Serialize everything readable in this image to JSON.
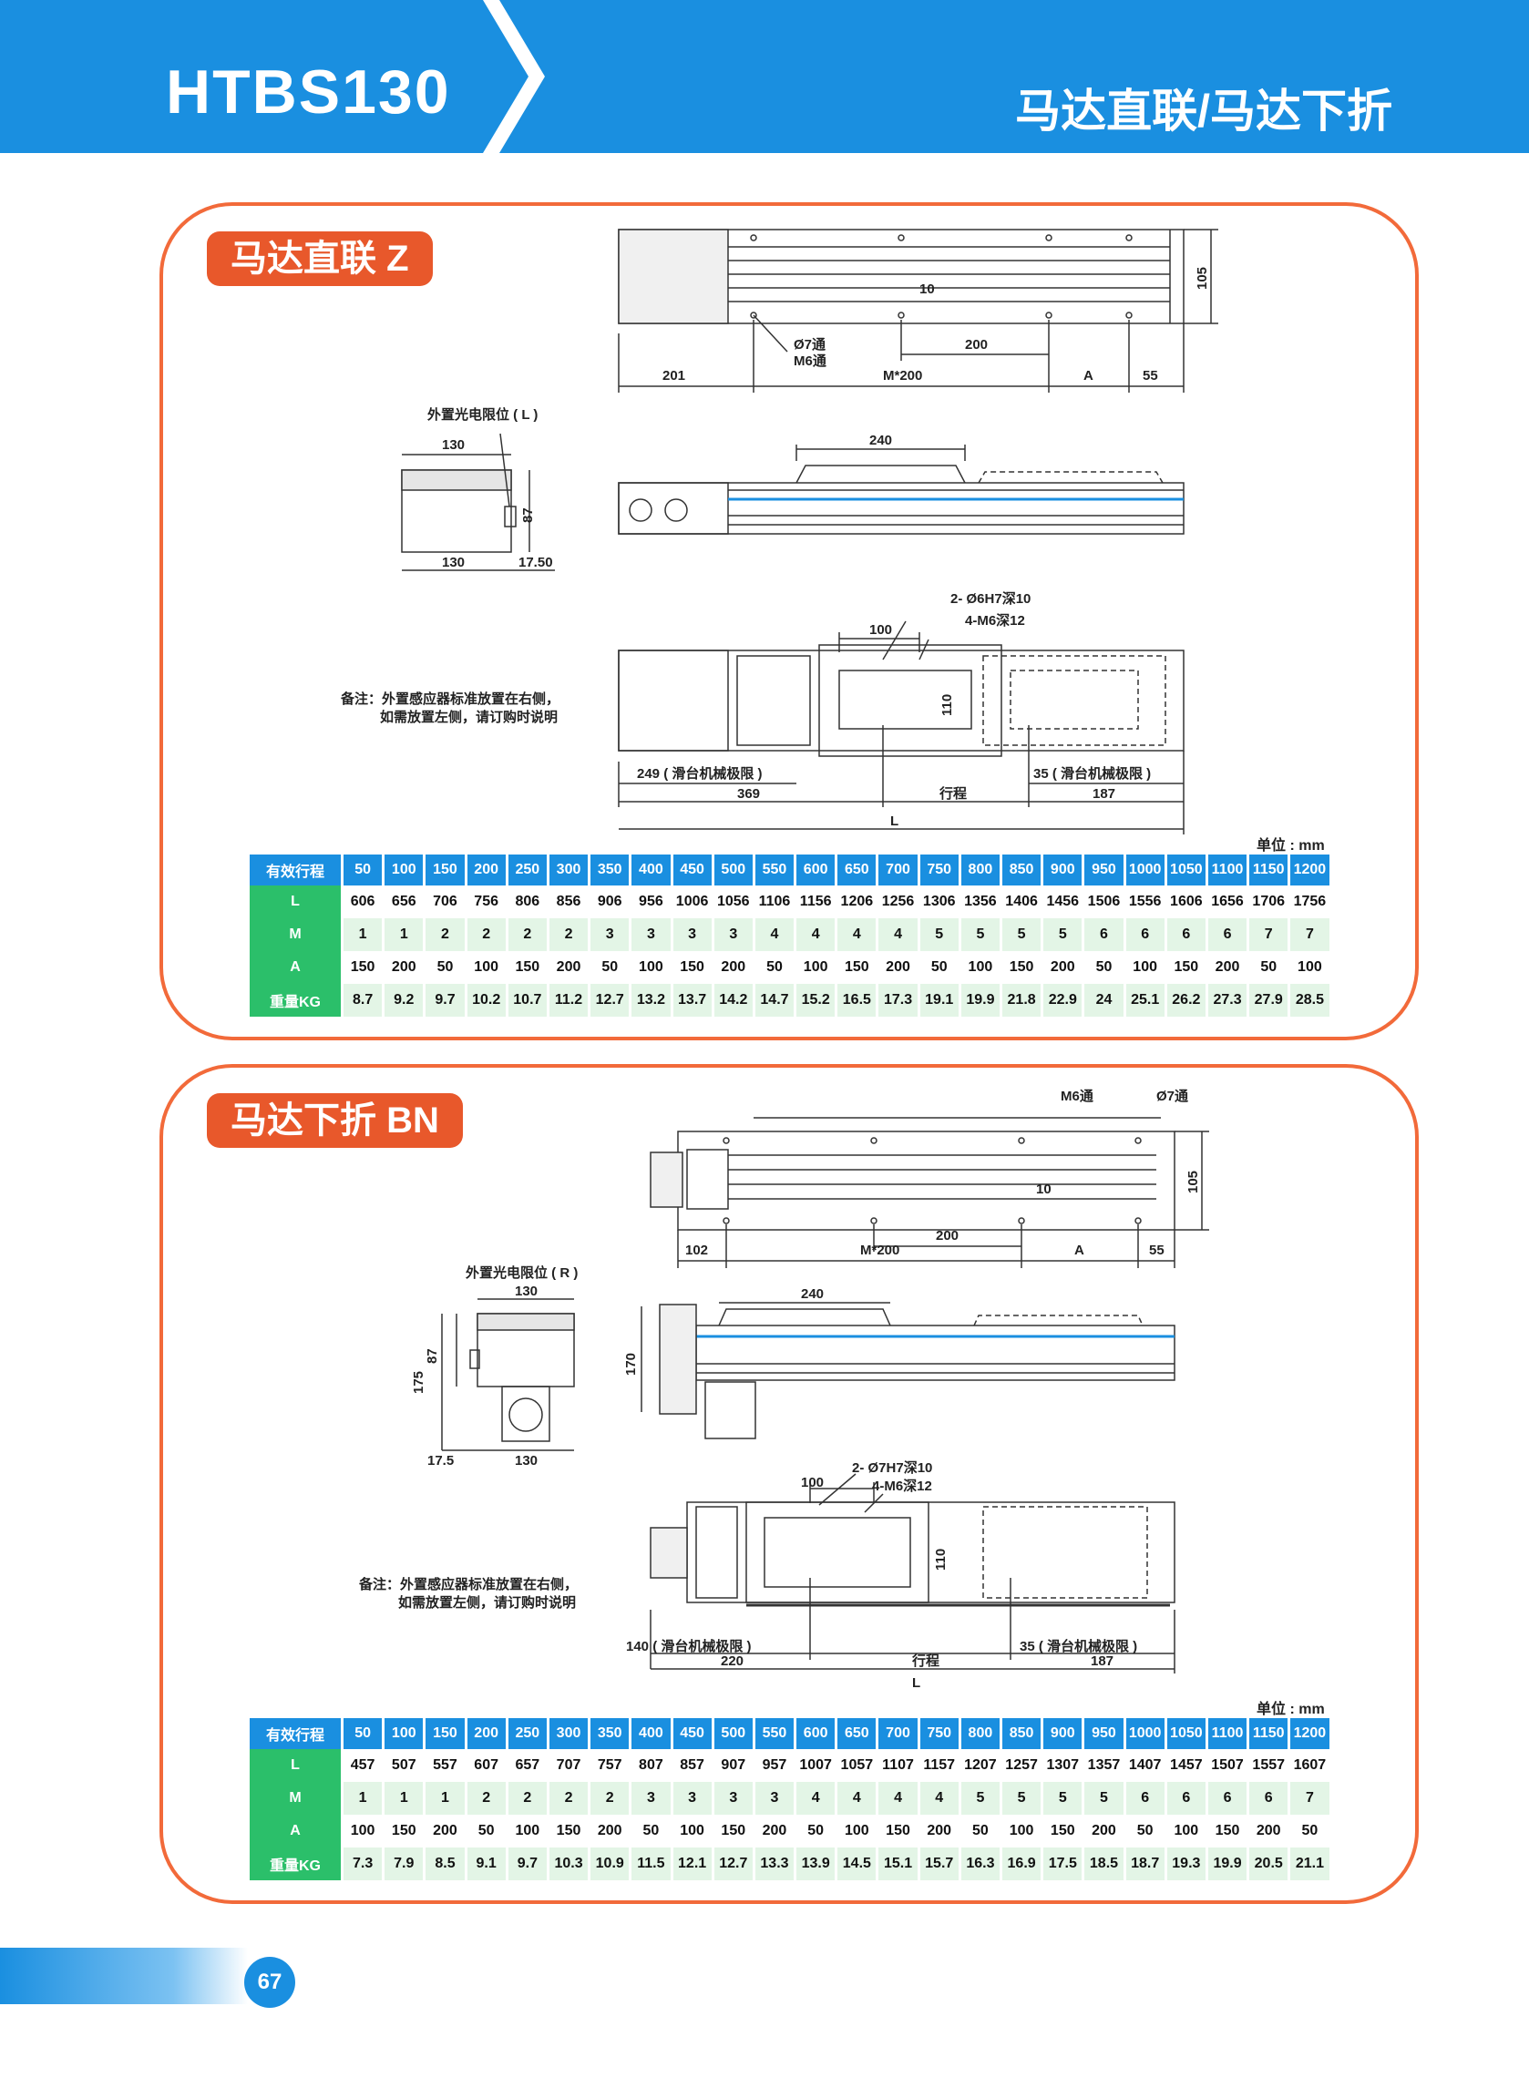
{
  "header": {
    "model": "HTBS130",
    "subtitle": "马达直联/马达下折"
  },
  "sections": [
    {
      "tag": "马达直联  Z",
      "drawing_labels": {
        "top_len_left": "201",
        "top_pitch": "M*200",
        "top_a": "A",
        "top_55": "55",
        "top_200": "200",
        "top_10": "10",
        "top_105": "105",
        "hole1": "Ø7通",
        "hole2": "M6通",
        "sensor": "外置光电限位 ( L )",
        "side_130_top": "130",
        "side_87": "87",
        "side_130_bot": "130",
        "side_1750": "17.50",
        "mid_240": "240",
        "bot_100": "100",
        "bot_pin": "2- Ø6H7深10",
        "bot_screw": "4-M6深12",
        "bot_110": "110",
        "bot_limit_left": "249 ( 滑台机械极限 )",
        "bot_limit_right": "35 ( 滑台机械极限 )",
        "bot_369": "369",
        "bot_stroke": "行程",
        "bot_187": "187",
        "bot_L": "L"
      },
      "note": [
        "备注：外置感应器标准放置在右侧，",
        "如需放置左侧，请订购时说明"
      ],
      "unit": "单位 : mm",
      "table": {
        "header_label": "有效行程",
        "strokes": [
          "50",
          "100",
          "150",
          "200",
          "250",
          "300",
          "350",
          "400",
          "450",
          "500",
          "550",
          "600",
          "650",
          "700",
          "750",
          "800",
          "850",
          "900",
          "950",
          "1000",
          "1050",
          "1100",
          "1150",
          "1200"
        ],
        "rows": [
          {
            "label": "L",
            "values": [
              "606",
              "656",
              "706",
              "756",
              "806",
              "856",
              "906",
              "956",
              "1006",
              "1056",
              "1106",
              "1156",
              "1206",
              "1256",
              "1306",
              "1356",
              "1406",
              "1456",
              "1506",
              "1556",
              "1606",
              "1656",
              "1706",
              "1756"
            ]
          },
          {
            "label": "M",
            "values": [
              "1",
              "1",
              "2",
              "2",
              "2",
              "2",
              "3",
              "3",
              "3",
              "3",
              "4",
              "4",
              "4",
              "4",
              "5",
              "5",
              "5",
              "5",
              "6",
              "6",
              "6",
              "6",
              "7",
              "7"
            ]
          },
          {
            "label": "A",
            "values": [
              "150",
              "200",
              "50",
              "100",
              "150",
              "200",
              "50",
              "100",
              "150",
              "200",
              "50",
              "100",
              "150",
              "200",
              "50",
              "100",
              "150",
              "200",
              "50",
              "100",
              "150",
              "200",
              "50",
              "100"
            ]
          },
          {
            "label": "重量KG",
            "values": [
              "8.7",
              "9.2",
              "9.7",
              "10.2",
              "10.7",
              "11.2",
              "12.7",
              "13.2",
              "13.7",
              "14.2",
              "14.7",
              "15.2",
              "16.5",
              "17.3",
              "19.1",
              "19.9",
              "21.8",
              "22.9",
              "24",
              "25.1",
              "26.2",
              "27.3",
              "27.9",
              "28.5"
            ]
          }
        ]
      }
    },
    {
      "tag": "马达下折 BN",
      "drawing_labels": {
        "top_len_left": "102",
        "top_pitch": "M*200",
        "top_a": "A",
        "top_55": "55",
        "top_200": "200",
        "top_10": "10",
        "top_105": "105",
        "hole1": "M6通",
        "hole2": "Ø7通",
        "sensor": "外置光电限位 ( R )",
        "side_130_top": "130",
        "side_87": "87",
        "side_175": "175",
        "side_175b": "17.5",
        "side_130_bot": "130",
        "mid_240": "240",
        "mid_170": "170",
        "bot_100": "100",
        "bot_pin": "2- Ø7H7深10",
        "bot_screw": "4-M6深12",
        "bot_110": "110",
        "bot_limit_left": "140 ( 滑台机械极限 )",
        "bot_limit_right": "35 ( 滑台机械极限 )",
        "bot_220": "220",
        "bot_stroke": "行程",
        "bot_187": "187",
        "bot_L": "L"
      },
      "note": [
        "备注：外置感应器标准放置在右侧，",
        "如需放置左侧，请订购时说明"
      ],
      "unit": "单位 : mm",
      "table": {
        "header_label": "有效行程",
        "strokes": [
          "50",
          "100",
          "150",
          "200",
          "250",
          "300",
          "350",
          "400",
          "450",
          "500",
          "550",
          "600",
          "650",
          "700",
          "750",
          "800",
          "850",
          "900",
          "950",
          "1000",
          "1050",
          "1100",
          "1150",
          "1200"
        ],
        "rows": [
          {
            "label": "L",
            "values": [
              "457",
              "507",
              "557",
              "607",
              "657",
              "707",
              "757",
              "807",
              "857",
              "907",
              "957",
              "1007",
              "1057",
              "1107",
              "1157",
              "1207",
              "1257",
              "1307",
              "1357",
              "1407",
              "1457",
              "1507",
              "1557",
              "1607"
            ]
          },
          {
            "label": "M",
            "values": [
              "1",
              "1",
              "1",
              "2",
              "2",
              "2",
              "2",
              "3",
              "3",
              "3",
              "3",
              "4",
              "4",
              "4",
              "4",
              "5",
              "5",
              "5",
              "5",
              "6",
              "6",
              "6",
              "6",
              "7"
            ]
          },
          {
            "label": "A",
            "values": [
              "100",
              "150",
              "200",
              "50",
              "100",
              "150",
              "200",
              "50",
              "100",
              "150",
              "200",
              "50",
              "100",
              "150",
              "200",
              "50",
              "100",
              "150",
              "200",
              "50",
              "100",
              "150",
              "200",
              "50"
            ]
          },
          {
            "label": "重量KG",
            "values": [
              "7.3",
              "7.9",
              "8.5",
              "9.1",
              "9.7",
              "10.3",
              "10.9",
              "11.5",
              "12.1",
              "12.7",
              "13.3",
              "13.9",
              "14.5",
              "15.1",
              "15.7",
              "16.3",
              "16.9",
              "17.5",
              "18.5",
              "18.7",
              "19.3",
              "19.9",
              "20.5",
              "21.1"
            ]
          }
        ]
      }
    }
  ],
  "footer": {
    "page_number": "67"
  }
}
